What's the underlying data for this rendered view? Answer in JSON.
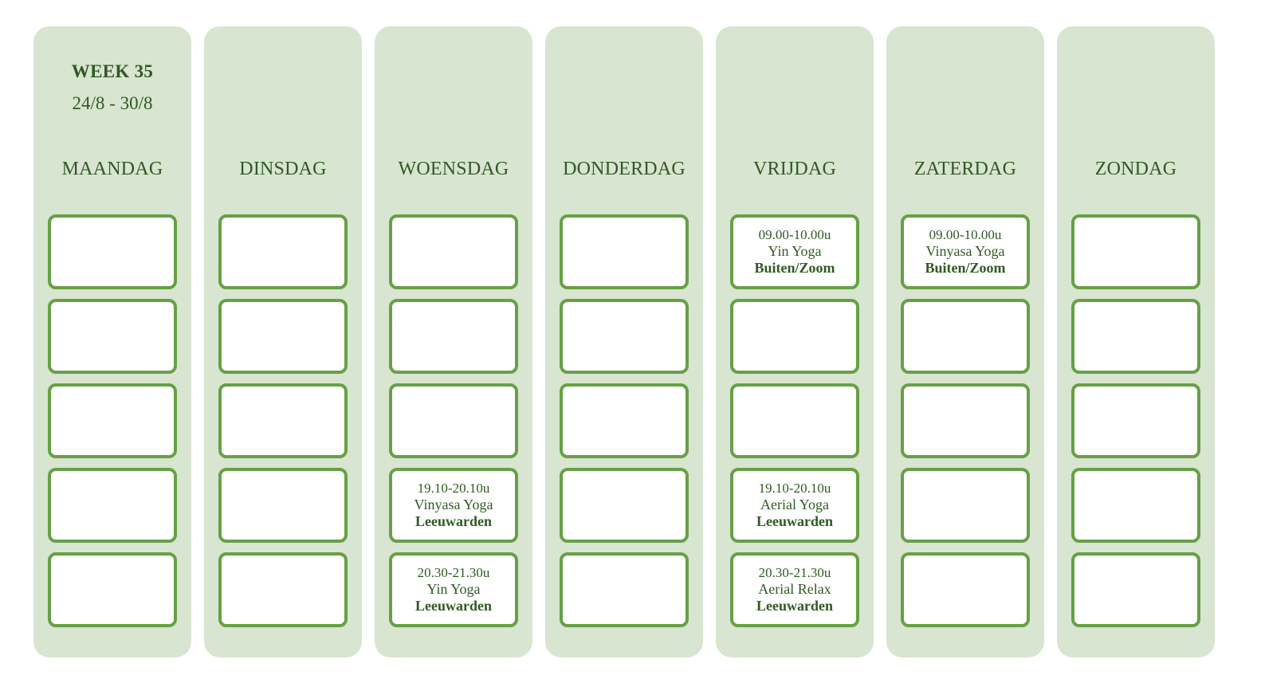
{
  "week": {
    "title": "WEEK 35",
    "range": "24/8 - 30/8"
  },
  "colors": {
    "column_bg": "#d8e5d0",
    "slot_border": "#67a046",
    "text": "#2f5a22"
  },
  "days": [
    {
      "name": "MAANDAG",
      "slots": [
        {
          "time": "",
          "class": "",
          "location": ""
        },
        {
          "time": "",
          "class": "",
          "location": ""
        },
        {
          "time": "",
          "class": "",
          "location": ""
        },
        {
          "time": "",
          "class": "",
          "location": ""
        },
        {
          "time": "",
          "class": "",
          "location": ""
        }
      ]
    },
    {
      "name": "DINSDAG",
      "slots": [
        {
          "time": "",
          "class": "",
          "location": ""
        },
        {
          "time": "",
          "class": "",
          "location": ""
        },
        {
          "time": "",
          "class": "",
          "location": ""
        },
        {
          "time": "",
          "class": "",
          "location": ""
        },
        {
          "time": "",
          "class": "",
          "location": ""
        }
      ]
    },
    {
      "name": "WOENSDAG",
      "slots": [
        {
          "time": "",
          "class": "",
          "location": ""
        },
        {
          "time": "",
          "class": "",
          "location": ""
        },
        {
          "time": "",
          "class": "",
          "location": ""
        },
        {
          "time": "19.10-20.10u",
          "class": "Vinyasa Yoga",
          "location": "Leeuwarden"
        },
        {
          "time": "20.30-21.30u",
          "class": "Yin Yoga",
          "location": "Leeuwarden"
        }
      ]
    },
    {
      "name": "DONDERDAG",
      "slots": [
        {
          "time": "",
          "class": "",
          "location": ""
        },
        {
          "time": "",
          "class": "",
          "location": ""
        },
        {
          "time": "",
          "class": "",
          "location": ""
        },
        {
          "time": "",
          "class": "",
          "location": ""
        },
        {
          "time": "",
          "class": "",
          "location": ""
        }
      ]
    },
    {
      "name": "VRIJDAG",
      "slots": [
        {
          "time": "09.00-10.00u",
          "class": "Yin Yoga",
          "location": "Buiten/Zoom"
        },
        {
          "time": "",
          "class": "",
          "location": ""
        },
        {
          "time": "",
          "class": "",
          "location": ""
        },
        {
          "time": "19.10-20.10u",
          "class": "Aerial Yoga",
          "location": "Leeuwarden"
        },
        {
          "time": "20.30-21.30u",
          "class": "Aerial Relax",
          "location": "Leeuwarden"
        }
      ]
    },
    {
      "name": "ZATERDAG",
      "slots": [
        {
          "time": "09.00-10.00u",
          "class": "Vinyasa Yoga",
          "location": "Buiten/Zoom"
        },
        {
          "time": "",
          "class": "",
          "location": ""
        },
        {
          "time": "",
          "class": "",
          "location": ""
        },
        {
          "time": "",
          "class": "",
          "location": ""
        },
        {
          "time": "",
          "class": "",
          "location": ""
        }
      ]
    },
    {
      "name": "ZONDAG",
      "slots": [
        {
          "time": "",
          "class": "",
          "location": ""
        },
        {
          "time": "",
          "class": "",
          "location": ""
        },
        {
          "time": "",
          "class": "",
          "location": ""
        },
        {
          "time": "",
          "class": "",
          "location": ""
        },
        {
          "time": "",
          "class": "",
          "location": ""
        }
      ]
    }
  ]
}
